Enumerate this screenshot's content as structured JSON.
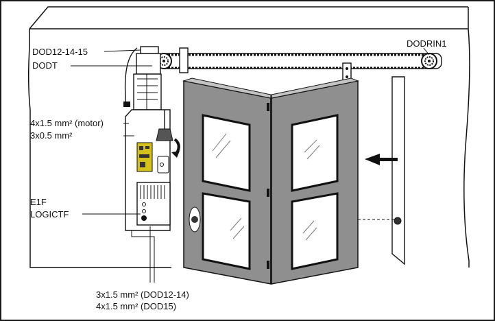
{
  "labels": {
    "drive_model": "DOD12-14-15",
    "drive_unit": "DODT",
    "return_pulley": "DODRIN1",
    "motor_cable": "4x1.5 mm² (motor)",
    "signal_cable": "3x0.5 mm²",
    "control_unit": "E1F",
    "logic_board": "LOGICTF",
    "power_cable_1": "3x1.5 mm² (DOD12-14)",
    "power_cable_2": "4x1.5 mm² (DOD15)"
  },
  "colors": {
    "door_panel": "#8f8f8f",
    "glass": "#ffffff",
    "line": "#111111",
    "board_yellow": "#d4c21a",
    "frame_border": "#1a1a1a"
  },
  "icons": {
    "direction_arrow": "arrow-left-icon",
    "rotation_arrow": "curved-arrow-icon"
  }
}
